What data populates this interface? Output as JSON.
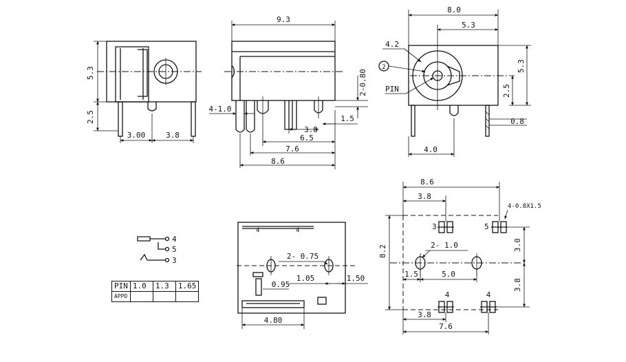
{
  "views": {
    "side": {
      "dims": [
        "5.3",
        "2.5",
        "3.00",
        "3.8"
      ]
    },
    "front": {
      "dims": [
        "9.3",
        "2-0.80",
        "4-1.0",
        "1.5",
        "3.8",
        "6.5",
        "7.6",
        "8.6"
      ]
    },
    "end": {
      "dims": [
        "8.0",
        "5.3",
        "4.2",
        "5.3",
        "2.5",
        "0.8",
        "4.0"
      ],
      "callout": "2",
      "pin_label": "PIN"
    },
    "bottom": {
      "dims": [
        "2- 0.75",
        "0.95",
        "1.05",
        "1.50",
        "4.80"
      ],
      "marks": [
        "4",
        "4"
      ]
    },
    "pcb": {
      "dims": [
        "8.6",
        "3.8",
        "4-0.8X1.5",
        "8.2",
        "2- 1.0",
        "3.0",
        "1.5",
        "5.0",
        "3.8",
        "3.8",
        "7.6"
      ],
      "pads": [
        "3",
        "5",
        "4",
        "4"
      ]
    }
  },
  "schematic": {
    "pins": [
      "4",
      "5",
      "3"
    ]
  },
  "pin_table": {
    "header": [
      "PIN",
      "1.0",
      "1.3",
      "1.65"
    ],
    "row": [
      "APPD",
      "",
      "",
      ""
    ]
  }
}
